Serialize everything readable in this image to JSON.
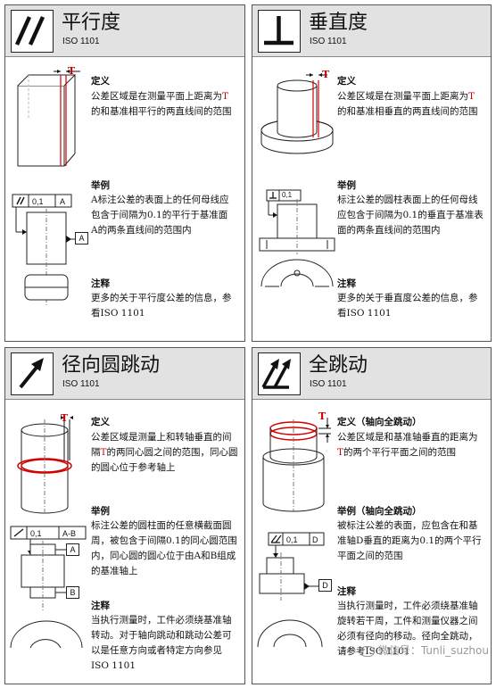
{
  "panels": {
    "parallelism": {
      "title": "平行度",
      "standard": "ISO 1101",
      "definition_label": "定义",
      "definition_pre": "公差区域是在测量平面上距离为",
      "definition_t": "T",
      "definition_post": "的和基准相平行的两直线间的范围",
      "example_label": "举例",
      "example_text": "A标注公差的表面上的任何母线应包含于间隔为0.1的平行于基准面A的两条直线间的范围内",
      "note_label": "注释",
      "note_text": "更多的关于平行度公差的信息，参看ISO 1101",
      "fig_t": "T",
      "frame_value": "0,1",
      "frame_datum": "A",
      "datum_box": "A"
    },
    "perpendicularity": {
      "title": "垂直度",
      "standard": "ISO 1101",
      "definition_label": "定义",
      "definition_pre": "公差区域是在测量平面上距离为",
      "definition_t": "T",
      "definition_post": "的和基准相垂直的两直线间的范围",
      "example_label": "举例",
      "example_text": "标注公差的圆柱表面上的任何母线应包含于间隔为0.1的垂直于基准表面的两条直线间的范围内",
      "note_label": "注释",
      "note_text": "更多的关于垂直度公差的信息，参看ISO 1101",
      "fig_t": "T",
      "frame_value": "0,1"
    },
    "circular_runout": {
      "title": "径向圆跳动",
      "standard": "ISO 1101",
      "definition_label": "定义",
      "definition_pre": "公差区域是测量上和转轴垂直的间隔",
      "definition_t": "T",
      "definition_post": "的两同心圆之间的范围，同心圆的圆心位于参考轴上",
      "example_label": "举例",
      "example_text": "标注公差的圆柱面的任意横截面圆周，被包含于间隔0.1的同心圆范围内，同心圆的圆心位于由A和B组成的基准轴上",
      "note_label": "注释",
      "note_text": "当执行测量时，工件必须绕基准轴转动。对于轴向跳动和跳动公差可以是任意方向或者特定方向参见ISO 1101",
      "fig_t": "T",
      "frame_value": "0,1",
      "frame_datum": "A-B",
      "datum_a": "A",
      "datum_b": "B"
    },
    "total_runout": {
      "title": "全跳动",
      "standard": "ISO 1101",
      "definition_label": "定义（轴向全跳动）",
      "definition_pre": "公差区域是和基准轴垂直的距离为",
      "definition_t": "T",
      "definition_post": "的两个平行平面之间的范围",
      "example_label": "举例（轴向全跳动）",
      "example_text": "被标注公差的表面，应包含在和基准轴D垂直的距离为0.1的两个平行平面之间的范围",
      "note_label": "注释",
      "note_text": "当执行测量时，工件必须绕基准轴旋转若干周，工件和测量仪器之间必须有径向的移动。径向全跳动，请参考ISO 1101",
      "fig_t": "T",
      "frame_value": "0,1",
      "frame_datum": "D",
      "datum_box": "D"
    }
  },
  "watermark": "微信号：Tunli_suzhou",
  "colors": {
    "accent_red": "#d10000",
    "header_bg": "#e2e2e2"
  }
}
